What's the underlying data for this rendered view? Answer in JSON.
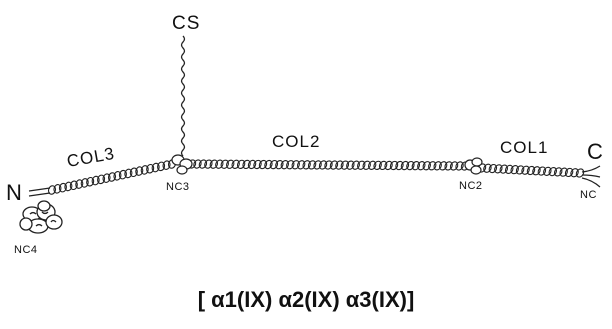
{
  "diagram": {
    "top_label": "CS",
    "n_terminus": "N",
    "c_terminus": "C",
    "domains": {
      "col3": "COL3",
      "col2": "COL2",
      "col1": "COL1",
      "nc1": "NC",
      "nc2": "NC2",
      "nc3": "NC3",
      "nc4": "NC4"
    },
    "formula": "[ α1(IX) α2(IX) α3(IX)]"
  }
}
